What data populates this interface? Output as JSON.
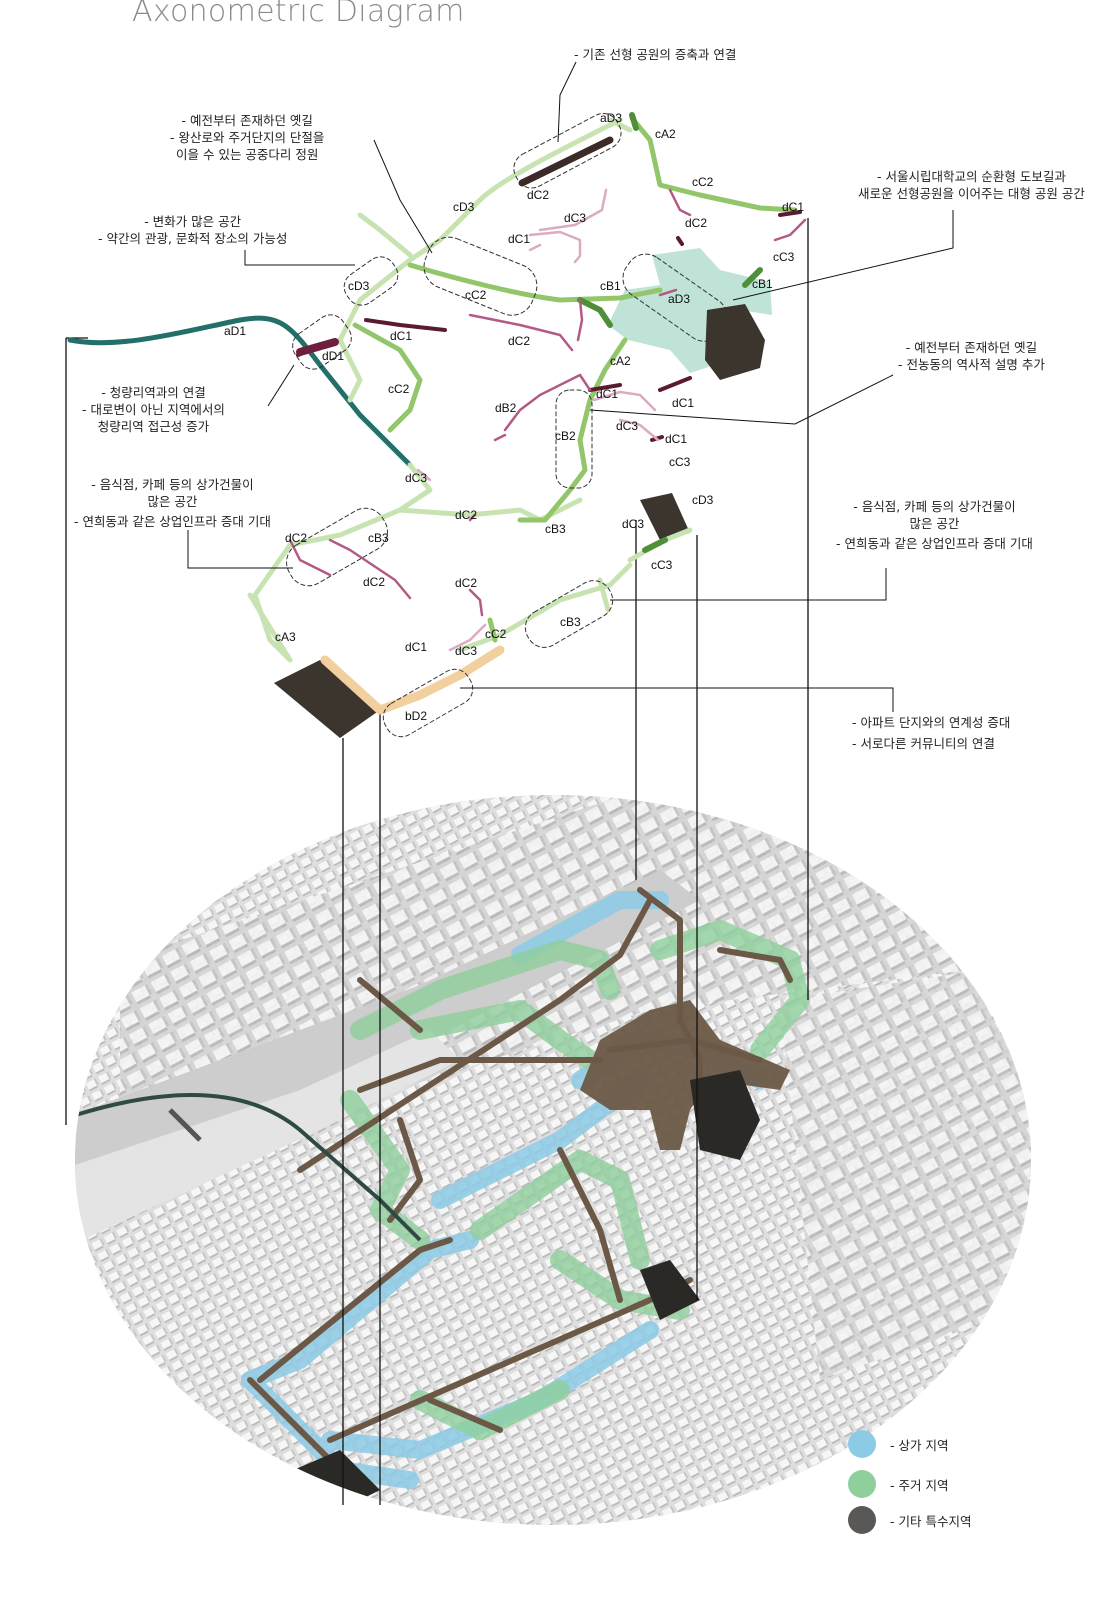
{
  "title": "Axonometric Diagram",
  "notes": {
    "top_park": [
      "-  기존 선형 공원의 증축과 연결"
    ],
    "sky_garden": [
      "-  예전부터 존재하던 옛길",
      "-  왕산로와 주거단지의 단절을",
      "이을 수 있는 공중다리  정원"
    ],
    "campus": [
      "-  서울시립대학교의 순환형 도보길과",
      "새로운 선형공원을 이어주는 대형 공원 공간"
    ],
    "space_change": [
      "-  변화가 많은 공간",
      "-  약간의 관광, 문화적 장소의 가능성"
    ],
    "old_road": [
      "-  예전부터 존재하던 옛길",
      "-  전농동의 역사적 설명 추가"
    ],
    "station": [
      "-  청량리역과의 연결",
      "-  대로변이 아닌 지역에서의",
      "청량리역 접근성 증가"
    ],
    "commercial_left": [
      "-  음식점, 카페 등의 상가건물이",
      "많은 공간",
      "-  연희동과 같은 상업인프라 증대 기대"
    ],
    "commercial_right": [
      "-  음식점, 카페 등의 상가건물이",
      "많은 공간",
      "-  연희동과 같은 상업인프라 증대 기대"
    ],
    "apartment": [
      "-  아파트 단지와의 연계성 증대",
      "-  서로다른 커뮤니티의 연결"
    ]
  },
  "path_labels": {
    "aD3_top": "aD3",
    "cA2_top": "cA2",
    "cC2_top": "cC2",
    "dC1_top": "dC1",
    "cC3_top": "cC3",
    "cB1": "cB1",
    "dC2_a": "dC2",
    "dC2_b": "dC2",
    "dC3_a": "dC3",
    "dC1_a": "dC1",
    "cD3_a": "cD3",
    "cD3_b": "cD3",
    "cC2_mid": "cC2",
    "cB1_mid": "cB1",
    "aD3_mid": "aD3",
    "aD1": "aD1",
    "dD1": "dD1",
    "dC1_b": "dC1",
    "dC2_c": "dC2",
    "cC2_left": "cC2",
    "cA2_mid": "cA2",
    "dC1_c": "dC1",
    "dC1_d": "dC1",
    "dB2": "dB2",
    "cB2": "cB2",
    "dC3_b": "dC3",
    "dC1_e": "dC1",
    "cC3_mid": "cC3",
    "dC3_c": "dC3",
    "dC2_d": "dC2",
    "cD3_c": "cD3",
    "dC3_d": "dC3",
    "cB3_a": "cB3",
    "dC2_e": "dC2",
    "cB3_b": "cB3",
    "dC2_f": "dC2",
    "cC3_low": "cC3",
    "dC2_g": "dC2",
    "cB3_c": "cB3",
    "cA3": "cA3",
    "dC1_f": "dC1",
    "dC3_e": "dC3",
    "cC2_low": "cC2",
    "bD2": "bD2"
  },
  "legend": [
    {
      "label": "- 상가 지역",
      "color": "#8ccbe6"
    },
    {
      "label": "- 주거 지역",
      "color": "#8fcf9c"
    },
    {
      "label": "- 기타 특수지역",
      "color": "#5a5856"
    }
  ],
  "colors": {
    "teal": "#23706a",
    "light_green": "#c8e3b2",
    "mid_green": "#93c66a",
    "dark_green": "#4f8f3a",
    "maroon": "#5a1a30",
    "pink": "#b35a86",
    "light_pink": "#dcaac3",
    "peach": "#f1cf9f",
    "mint": "#bfe3d7",
    "dark_block": "#3b352d"
  }
}
